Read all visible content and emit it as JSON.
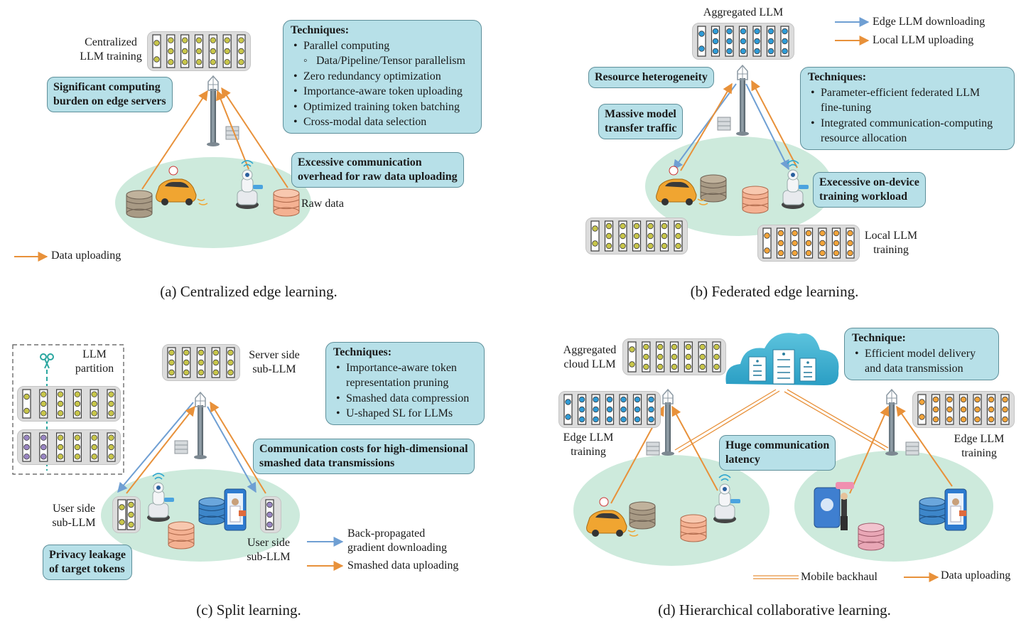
{
  "panel_a": {
    "caption": "(a) Centralized edge learning.",
    "llm_label": [
      "Centralized",
      "LLM training"
    ],
    "callout_burden": [
      "Significant computing",
      "burden on edge servers"
    ],
    "callout_comm": [
      "Excessive communication",
      "overhead for raw data uploading"
    ],
    "raw_data_label": "Raw data",
    "legend_upload": "Data uploading",
    "techniques": {
      "title": "Techniques:",
      "items": [
        "Parallel computing",
        "Zero redundancy optimization",
        "Importance-aware token uploading",
        "Optimized training token batching",
        "Cross-modal data selection"
      ],
      "sub_item": "Data/Pipeline/Tensor parallelism"
    }
  },
  "panel_b": {
    "caption": "(b) Federated edge learning.",
    "aggregated_label": "Aggregated LLM",
    "legend_download": "Edge LLM downloading",
    "legend_upload": "Local LLM uploading",
    "callout_resource": "Resource heterogeneity",
    "callout_traffic": [
      "Massive model",
      "transfer traffic"
    ],
    "callout_workload": [
      "Execessive on-device",
      "training workload"
    ],
    "local_label": [
      "Local LLM",
      "training"
    ],
    "techniques": {
      "title": "Techniques:",
      "items": [
        [
          "Parameter-efficient federated LLM",
          "fine-tuning"
        ],
        [
          "Integrated communication-computing",
          "resource allocation"
        ]
      ]
    }
  },
  "panel_c": {
    "caption": "(c) Split learning.",
    "partition_label": [
      "LLM",
      "partition"
    ],
    "server_label": [
      "Server side",
      "sub-LLM"
    ],
    "user_label_left": [
      "User side",
      "sub-LLM"
    ],
    "user_label_right": [
      "User side",
      "sub-LLM"
    ],
    "callout_comm": [
      "Communication costs for high-dimensional",
      "smashed data transmissions"
    ],
    "callout_privacy": [
      "Privacy leakage",
      "of target tokens"
    ],
    "legend_back": [
      "Back-propagated",
      "gradient downloading"
    ],
    "legend_smashed": "Smashed data uploading",
    "techniques": {
      "title": "Techniques:",
      "items": [
        [
          "Importance-aware token",
          "representation pruning"
        ],
        [
          "Smashed data compression"
        ],
        [
          "U-shaped SL for LLMs"
        ]
      ]
    }
  },
  "panel_d": {
    "caption": "(d) Hierarchical collaborative learning.",
    "cloud_label": [
      "Aggregated",
      "cloud LLM"
    ],
    "edge_label_left": [
      "Edge LLM",
      "training"
    ],
    "edge_label_right": [
      "Edge LLM",
      "training"
    ],
    "callout_latency": [
      "Huge communication",
      "latency"
    ],
    "legend_backhaul": "Mobile backhaul",
    "legend_upload": "Data uploading",
    "techniques": {
      "title": "Technique:",
      "items": [
        [
          "Efficient model delivery",
          "and data transmission"
        ]
      ]
    }
  },
  "colors": {
    "callout_fill": "#b7e0e8",
    "ellipse_fill": "#cdeadc",
    "orange_arrow": "#e8913a",
    "blue_arrow": "#6f9fd3",
    "node_olive": "#c8c64a",
    "node_blue": "#2f9bd6",
    "node_orange": "#f2a43a",
    "node_purple": "#9a86c4"
  }
}
